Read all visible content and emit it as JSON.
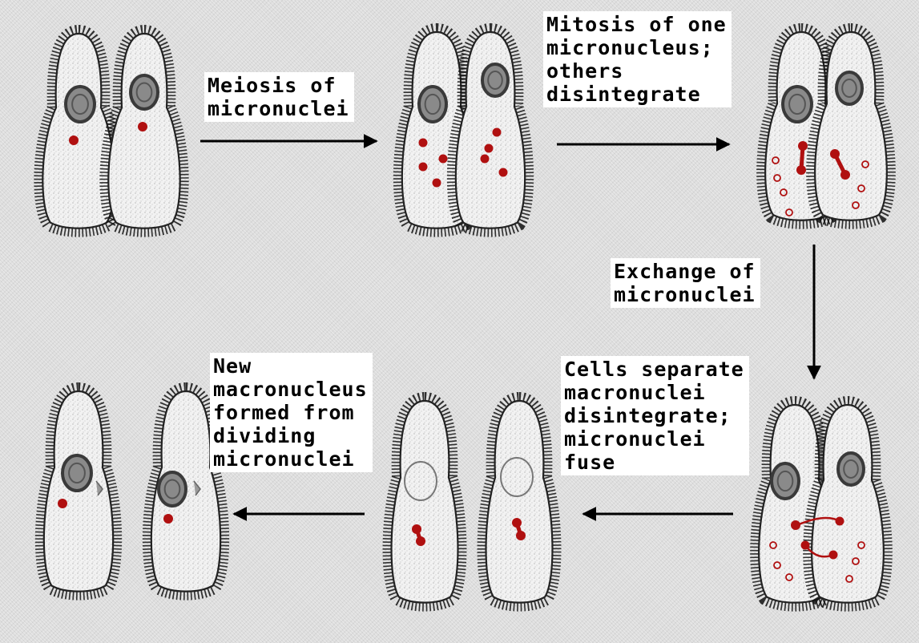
{
  "colors": {
    "background": "#dddddd",
    "cell_outline": "#222222",
    "cilia": "#111111",
    "macronucleus": "#3a3a3a",
    "micronucleus": "#b01010",
    "arrow": "#000000",
    "label_background": "#ffffff"
  },
  "steps": [
    {
      "id": "meiosis",
      "lines": [
        "Meiosis of",
        "micronuclei"
      ]
    },
    {
      "id": "mitosis",
      "lines": [
        "Mitosis of one",
        "micronucleus;",
        "others",
        "disintegrate"
      ]
    },
    {
      "id": "exchange",
      "lines": [
        "Exchange of",
        "micronuclei"
      ]
    },
    {
      "id": "separate",
      "lines": [
        "Cells separate",
        "macronuclei",
        "disintegrate;",
        "micronuclei",
        "fuse"
      ]
    },
    {
      "id": "new-macronucleus",
      "lines": [
        "New",
        "macronucleus",
        "formed from",
        "dividing",
        "micronuclei"
      ]
    }
  ]
}
